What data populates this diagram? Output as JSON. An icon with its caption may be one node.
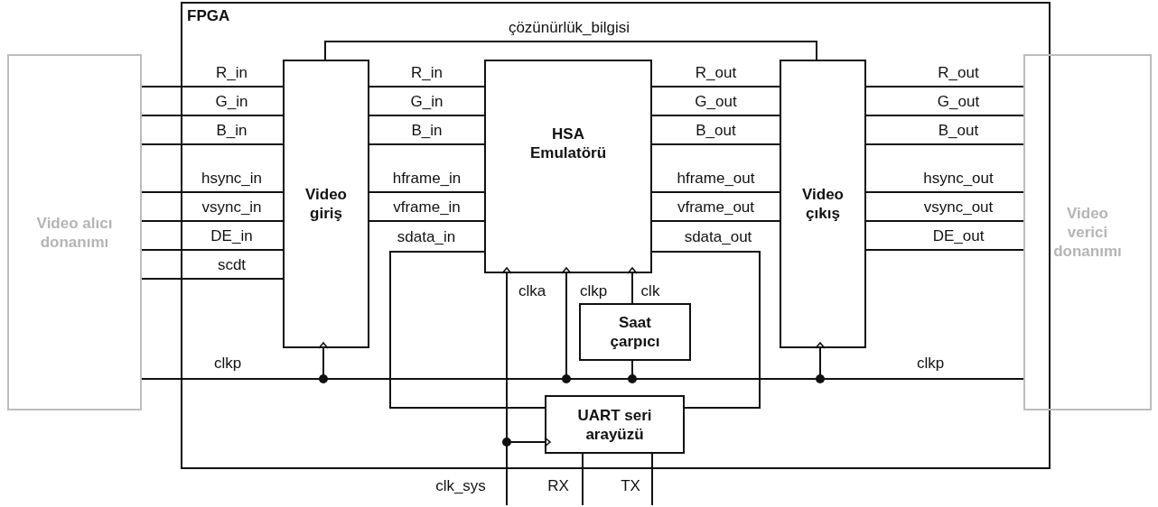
{
  "diagram": {
    "nodes": [
      {
        "text": [
          "Video alıcı donanımı"
        ]
      },
      {
        "text": [
          "FPGA"
        ]
      },
      {
        "text": [
          "Video giriş"
        ],
        "in": 1
      },
      {
        "text": [
          "HSA Emulatörü"
        ],
        "in": 1
      },
      {
        "text": [
          "Video çıkış"
        ],
        "in": 1
      },
      {
        "text": [
          "Saat çarpıcı"
        ],
        "in": 1
      },
      {
        "text": [
          "UART seri arayüzü"
        ],
        "in": 1
      },
      {
        "text": [
          "Video verici donanımı"
        ]
      }
    ],
    "edges": [
      {
        "from": 0,
        "to": 2,
        "arrow": "none",
        "label": "R_in"
      },
      {
        "from": 0,
        "to": 2,
        "arrow": "none",
        "label": "G_in"
      },
      {
        "from": 0,
        "to": 2,
        "arrow": "none",
        "label": "B_in"
      },
      {
        "from": 0,
        "to": 2,
        "arrow": "none",
        "label": "hsync_in"
      },
      {
        "from": 0,
        "to": 2,
        "arrow": "none",
        "label": "vsync_in"
      },
      {
        "from": 0,
        "to": 2,
        "arrow": "none",
        "label": "DE_in"
      },
      {
        "from": 0,
        "to": 2,
        "arrow": "none",
        "label": "scdt"
      },
      {
        "from": 2,
        "to": 3,
        "arrow": "none",
        "label": "R_in"
      },
      {
        "from": 2,
        "to": 3,
        "arrow": "none",
        "label": "G_in"
      },
      {
        "from": 2,
        "to": 3,
        "arrow": "none",
        "label": "B_in"
      },
      {
        "from": 2,
        "to": 3,
        "arrow": "none",
        "label": "hframe_in"
      },
      {
        "from": 2,
        "to": 3,
        "arrow": "none",
        "label": "vframe_in"
      },
      {
        "from": 6,
        "to": 3,
        "arrow": "none",
        "label": "sdata_in"
      },
      {
        "from": 3,
        "to": 4,
        "arrow": "none",
        "label": "R_out"
      },
      {
        "from": 3,
        "to": 4,
        "arrow": "none",
        "label": "G_out"
      },
      {
        "from": 3,
        "to": 4,
        "arrow": "none",
        "label": "B_out"
      },
      {
        "from": 3,
        "to": 4,
        "arrow": "none",
        "label": "hframe_out"
      },
      {
        "from": 3,
        "to": 4,
        "arrow": "none",
        "label": "vframe_out"
      },
      {
        "from": 3,
        "to": 6,
        "arrow": "none",
        "label": "sdata_out"
      },
      {
        "from": 4,
        "to": 7,
        "arrow": "none",
        "label": "R_out"
      },
      {
        "from": 4,
        "to": 7,
        "arrow": "none",
        "label": "G_out"
      },
      {
        "from": 4,
        "to": 7,
        "arrow": "none",
        "label": "B_out"
      },
      {
        "from": 4,
        "to": 7,
        "arrow": "none",
        "label": "hsync_out"
      },
      {
        "from": 4,
        "to": 7,
        "arrow": "none",
        "label": "vsync_out"
      },
      {
        "from": 4,
        "to": 7,
        "arrow": "none",
        "label": "DE_out"
      },
      {
        "from": 2,
        "to": 4,
        "arrow": "none",
        "label": "çözünürlük_bilgisi"
      },
      {
        "from": 0,
        "to": 7,
        "arrow": "none"
      },
      {
        "from": 0,
        "to": 2,
        "arrow": "to"
      },
      {
        "from": 0,
        "to": 3,
        "arrow": "to",
        "label": "clkp"
      },
      {
        "from": 0,
        "to": 5,
        "arrow": "none"
      },
      {
        "from": 0,
        "to": 4,
        "arrow": "to"
      },
      {
        "from": 5,
        "to": 3,
        "arrow": "to",
        "label": "clk"
      },
      {
        "from": null,
        "to": 3,
        "arrow": "to",
        "label": "clka"
      },
      {
        "from": null,
        "to": 6,
        "arrow": "to"
      },
      {
        "from": null,
        "to": 6,
        "arrow": "none",
        "label": "RX"
      },
      {
        "from": 6,
        "to": null,
        "arrow": "none",
        "label": "TX"
      }
    ],
    "labels": [
      "clkp",
      "clkp",
      "clk_sys"
    ]
  }
}
